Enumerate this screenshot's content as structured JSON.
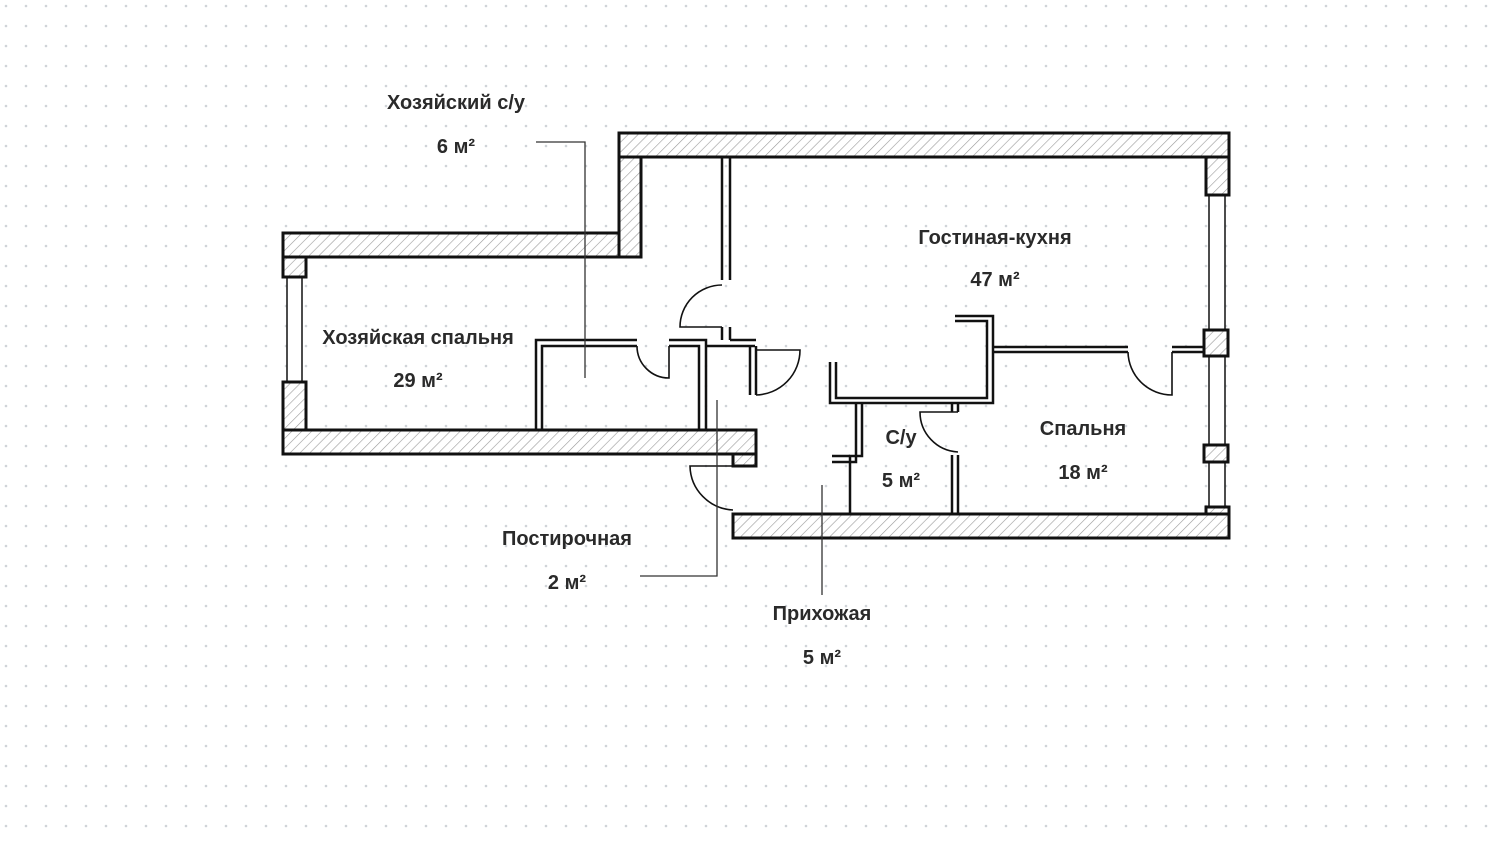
{
  "rooms": [
    {
      "id": "master-bath",
      "name": "Хозяйский с/у",
      "area": "6 м²"
    },
    {
      "id": "living-kitchen",
      "name": "Гостиная-кухня",
      "area": "47 м²"
    },
    {
      "id": "master-bedroom",
      "name": "Хозяйская спальня",
      "area": "29 м²"
    },
    {
      "id": "bath",
      "name": "С/у",
      "area": "5 м²"
    },
    {
      "id": "bedroom",
      "name": "Спальня",
      "area": "18 м²"
    },
    {
      "id": "laundry",
      "name": "Постирочная",
      "area": "2 м²"
    },
    {
      "id": "hallway",
      "name": "Прихожая",
      "area": "5 м²"
    }
  ],
  "colors": {
    "wall": "#111111",
    "hatch": "#9a9a9a",
    "grid_dot": "#cfd3d8",
    "leader": "#333333",
    "text": "#2a2a2a"
  }
}
